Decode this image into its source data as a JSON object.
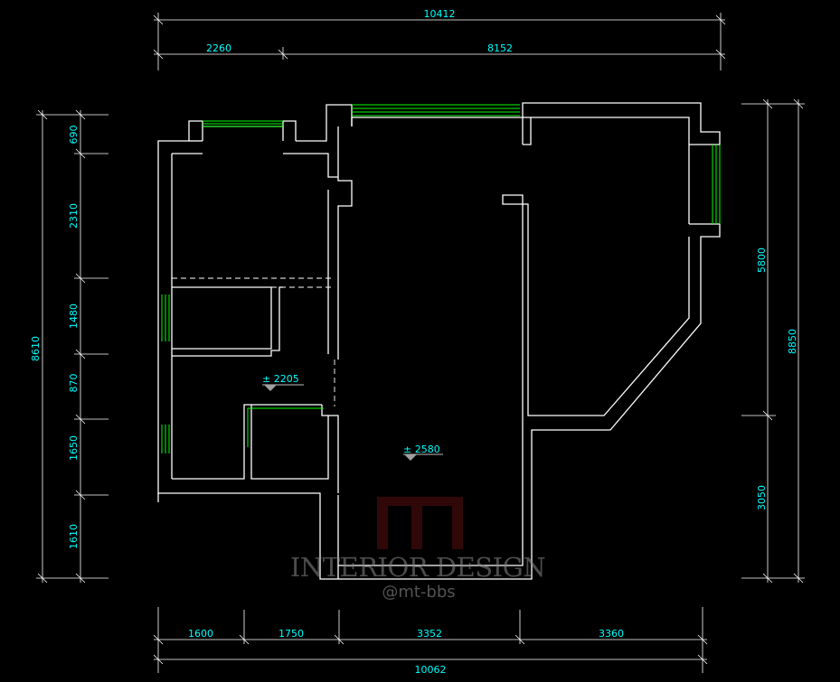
{
  "plan": {
    "dimensions": {
      "top_total": "10412",
      "top_left": "2260",
      "top_right": "8152",
      "left_total": "8610",
      "left_1": "690",
      "left_2": "2310",
      "left_3": "1480",
      "left_4": "870",
      "left_5": "1650",
      "left_6": "1610",
      "right_total": "8850",
      "right_upper": "5800",
      "right_lower": "3050",
      "bottom_1": "1600",
      "bottom_2": "1750",
      "bottom_3": "3352",
      "bottom_4": "3360",
      "bottom_total": "10062"
    },
    "levels": {
      "level_a": "± 2205",
      "level_b": "± 2580"
    },
    "watermark": {
      "title": "INTERIOR DESIGN",
      "handle": "@mt-bbs"
    }
  },
  "colors": {
    "background": "#000000",
    "wall": "#ffffff",
    "window": "#00ff00",
    "dimension_text": "#00ffff",
    "dimension_line": "#ffffff",
    "watermark_logo": "#3a0a0a"
  }
}
